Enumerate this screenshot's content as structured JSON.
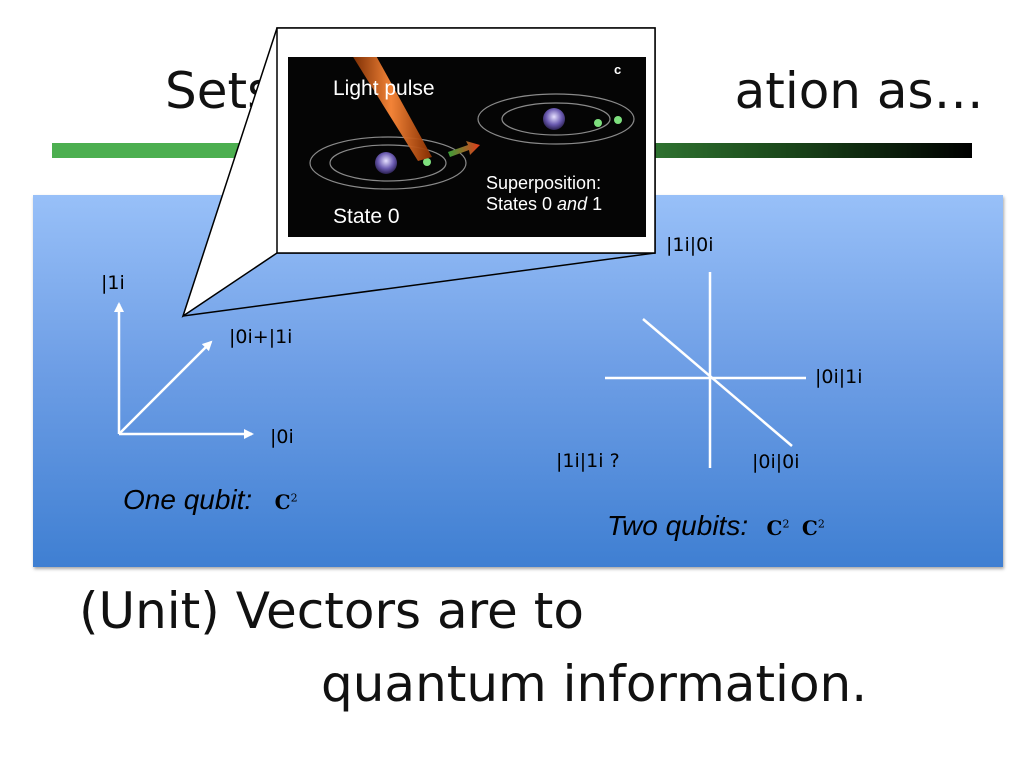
{
  "slide": {
    "title": "Sets of                         ation as…",
    "one_qubit": {
      "ket_one": "|1i",
      "ket_sum": "|0i+|1i",
      "ket_zero": "|0i",
      "caption": "One qubit:",
      "field": "C",
      "power": "2"
    },
    "two_qubits": {
      "ket_10": "|1i|0i",
      "ket_01": "|0i|1i",
      "ket_00": "|0i|0i",
      "ket_11": "|1i|1i ?",
      "caption": "Two qubits:",
      "field_a": "C",
      "power_a": "2",
      "field_b": "C",
      "power_b": "2"
    },
    "inset": {
      "light_pulse": "Light pulse",
      "state0": "State 0",
      "superposition_line1": "Superposition:",
      "superposition_line2_prefix": "States 0 ",
      "superposition_line2_and": "and",
      "superposition_line2_suffix": " 1",
      "corner_mark": "c"
    },
    "bottom_line1": "(Unit) Vectors are to",
    "bottom_line2": "quantum information."
  }
}
